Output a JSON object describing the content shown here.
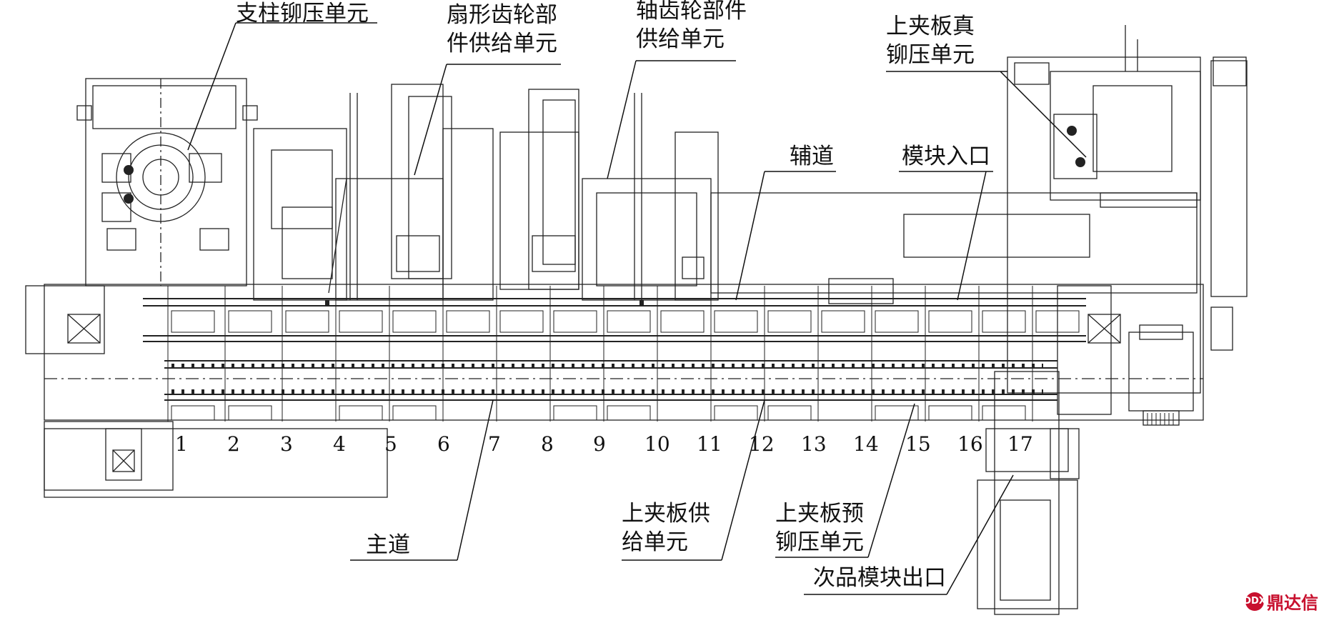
{
  "labels": {
    "pillar_riveting": "支柱铆压单元",
    "sector_gear_1": "扇形齿轮部",
    "sector_gear_2": "件供给单元",
    "shaft_gear_1": "轴齿轮部件",
    "shaft_gear_2": "供给单元",
    "upper_plate_true_1": "上夹板真",
    "upper_plate_true_2": "铆压单元",
    "aux_track": "辅道",
    "module_entry": "模块入口",
    "main_track": "主道",
    "upper_plate_supply_1": "上夹板供",
    "upper_plate_supply_2": "给单元",
    "upper_plate_pre_1": "上夹板预",
    "upper_plate_pre_2": "铆压单元",
    "defect_exit": "次品模块出口"
  },
  "stations": [
    "1",
    "2",
    "3",
    "4",
    "5",
    "6",
    "7",
    "8",
    "9",
    "10",
    "11",
    "12",
    "13",
    "14",
    "15",
    "16",
    "17"
  ],
  "logo": {
    "text": "鼎达信",
    "mark": "DDX",
    "color": "#c8102e"
  },
  "colors": {
    "line": "#222222",
    "accent": "#c8102e"
  }
}
